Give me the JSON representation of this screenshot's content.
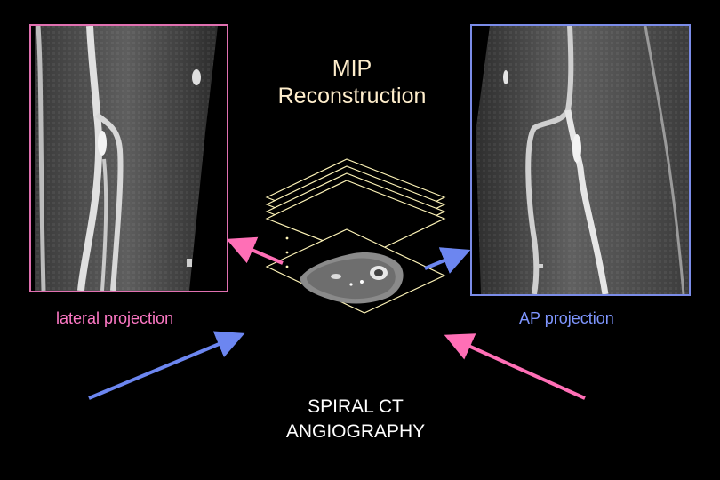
{
  "title": {
    "line1": "MIP",
    "line2": "Reconstruction"
  },
  "bottom_title": {
    "line1": "SPIRAL CT",
    "line2": "ANGIOGRAPHY"
  },
  "projections": {
    "lateral": {
      "label": "lateral projection",
      "color": "#ff79c6",
      "border": "#e070b0"
    },
    "ap": {
      "label": "AP projection",
      "color": "#7f96ff",
      "border": "#7b8ce8"
    }
  },
  "colors": {
    "background": "#000000",
    "slice_outline": "#fff5b8",
    "arrow_pink": "#ff6fb6",
    "arrow_blue": "#6c86f0"
  },
  "icons": {
    "stack": "ct-slice-stack-icon",
    "arrow": "projection-arrow-icon"
  }
}
